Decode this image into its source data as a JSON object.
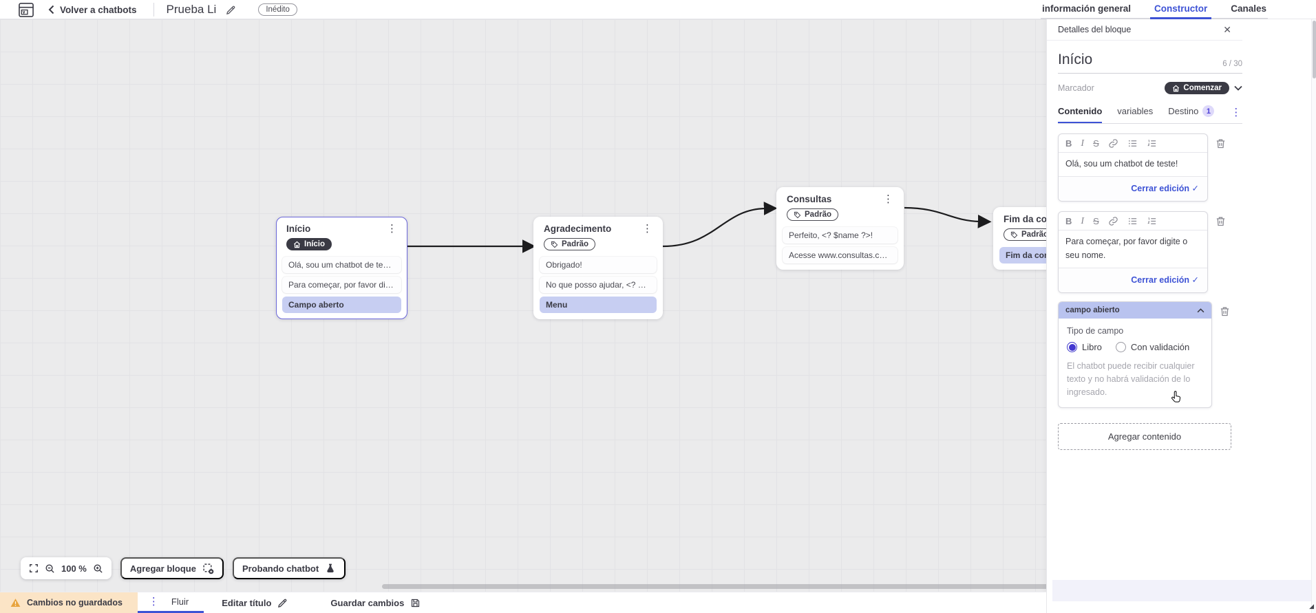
{
  "colors": {
    "accent": "#3D52D5",
    "accent-indigo": "#4338D0",
    "dark-pill": "#3A3A44",
    "lavender-row": "#C7CEF2",
    "lavender-header": "#B9C3EF",
    "warning-bg": "#FBE4C6",
    "warning-icon": "#E8A33D",
    "canvas-bg": "#EBEBEC",
    "canvas-grid": "#E2E2E5",
    "text-dark": "#3F3F46",
    "text-gray": "#8A8A92"
  },
  "topbar": {
    "back_label": "Volver a chatbots",
    "title": "Prueba Li",
    "status_badge": "Inédito",
    "tabs": [
      {
        "label": "información general"
      },
      {
        "label": "Constructor"
      },
      {
        "label": "Canales"
      }
    ]
  },
  "canvas": {
    "blocks": [
      {
        "title": "Início",
        "badge": "Início",
        "rows": [
          "Olá, sou um chatbot de teste!",
          "Para começar, por favor digite o ...",
          "Campo aberto"
        ]
      },
      {
        "title": "Agradecimento",
        "badge": "Padrão",
        "rows": [
          "Obrigado!",
          "No que posso ajudar, <? $name ...",
          "Menu"
        ]
      },
      {
        "title": "Consultas",
        "badge": "Padrão",
        "rows": [
          "Perfeito, <? $name ?>!",
          "Acesse www.consultas.com par..."
        ]
      },
      {
        "title": "Fim da conversa",
        "badge": "Padrão",
        "rows": [
          "Fim da conversa"
        ]
      }
    ],
    "toolbar": {
      "zoom_level": "100 %",
      "add_block": "Agregar bloque",
      "test_chatbot": "Probando chatbot"
    }
  },
  "panel": {
    "title": "Detalles del bloque",
    "block_name": "Início",
    "counter": "6 / 30",
    "marker_label": "Marcador",
    "marker_value": "Comenzar",
    "tabs": [
      {
        "label": "Contenido"
      },
      {
        "label": "variables"
      },
      {
        "label": "Destino",
        "badge": "1"
      }
    ],
    "editors": [
      {
        "text": "Olá, sou um chatbot de teste!",
        "close_label": "Cerrar edición"
      },
      {
        "text": "Para começar, por favor digite o seu nome.",
        "close_label": "Cerrar edición"
      }
    ],
    "open_field": {
      "header": "campo abierto",
      "type_label": "Tipo de campo",
      "option_free": "Libro",
      "option_validated": "Con validación",
      "hint": "El chatbot puede recibir cualquier texto y no habrá validación de lo ingresado."
    },
    "add_content": "Agregar contenido"
  },
  "footer": {
    "status": "Cambios no guardados",
    "flow_tab": "Fluir",
    "edit_title": "Editar título",
    "save": "Guardar cambios"
  }
}
